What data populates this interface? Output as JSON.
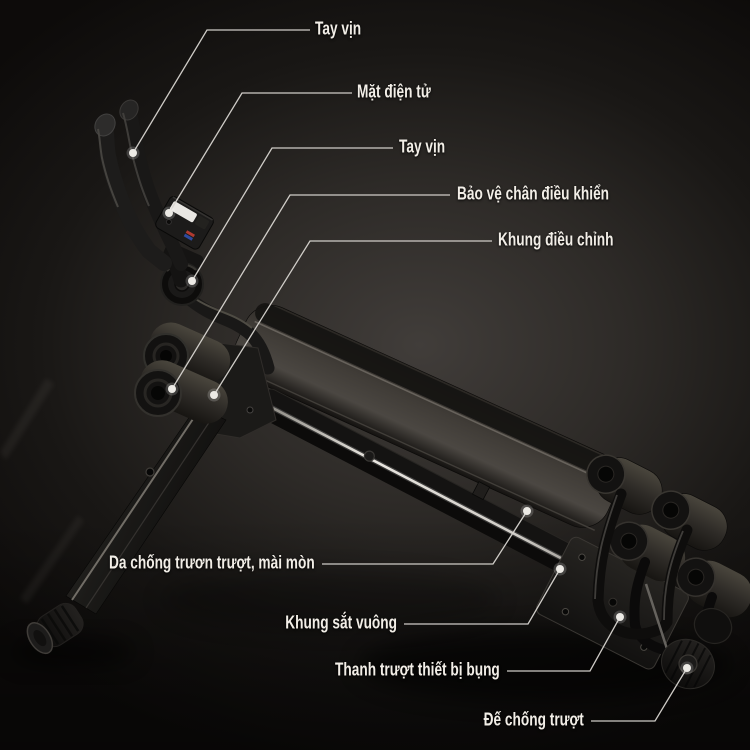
{
  "callouts": [
    {
      "label": "Tay vịn"
    },
    {
      "label": "Mặt điện tử"
    },
    {
      "label": "Tay vịn"
    },
    {
      "label": "Bảo vệ chân điều khiển"
    },
    {
      "label": "Khung điều chỉnh"
    },
    {
      "label": "Da chống trươn trượt, mài mòn"
    },
    {
      "label": "Khung sắt vuông"
    },
    {
      "label": "Thanh trượt thiết bị bụng"
    },
    {
      "label": "Đế chống trượt"
    }
  ],
  "colors": {
    "background_glow": "#413d3a",
    "background_edge": "#0d0b0a",
    "label_color": "#f2eee7",
    "callout_line_color": "#d9d6d1",
    "frame_black": "#161514",
    "chrome_rail": "#d5d2cd",
    "display_screen": "#e9e7e3",
    "logo_red": "#b03a30",
    "logo_blue": "#2e4a9e"
  }
}
